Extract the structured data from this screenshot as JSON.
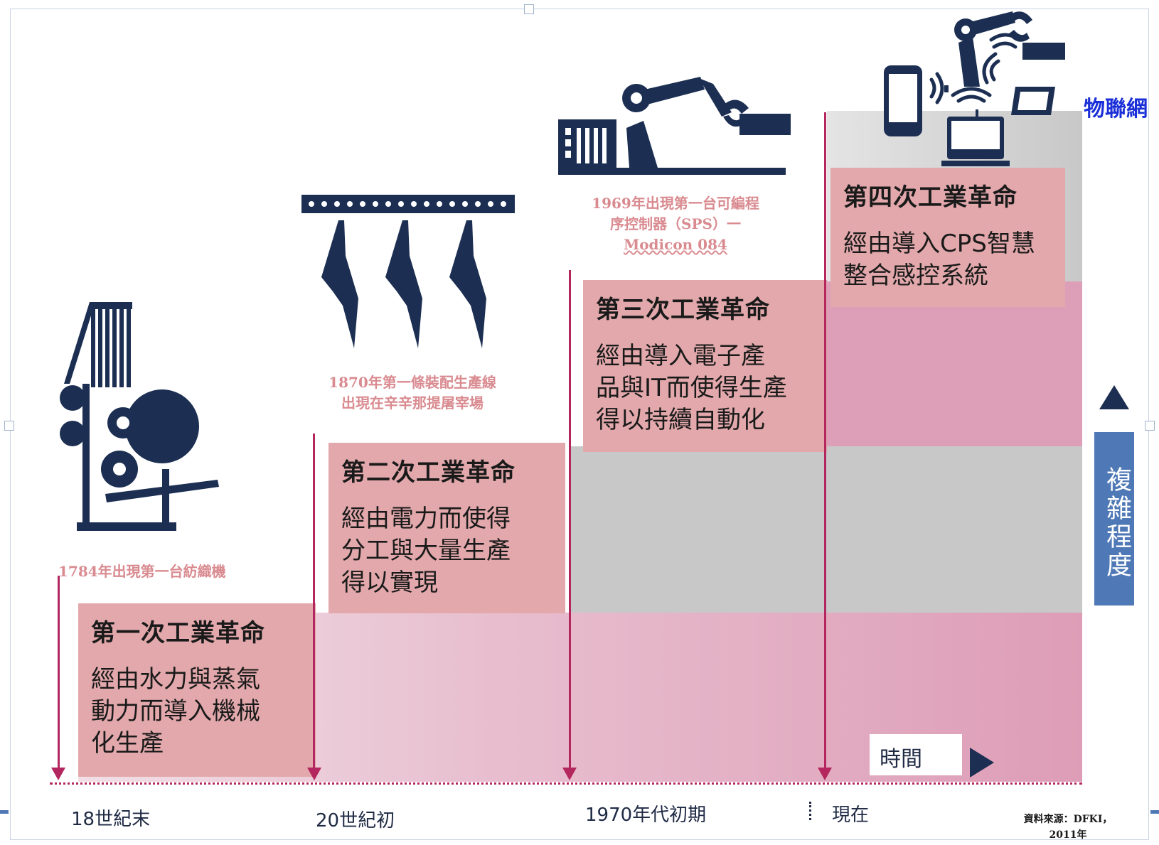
{
  "revolutions": [
    {
      "title": "第一次工業革命",
      "desc_lines": [
        "經由水力與蒸氣",
        "動力而導入機械",
        "化生產"
      ]
    },
    {
      "title": "第二次工業革命",
      "desc_lines": [
        "經由電力而使得",
        "分工與大量生產",
        "得以實現"
      ]
    },
    {
      "title": "第三次工業革命",
      "desc_lines": [
        "經由導入電子產",
        "品與IT而使得生產",
        "得以持續自動化"
      ]
    },
    {
      "title": "第四次工業革命",
      "desc_lines": [
        "經由導入CPS智慧",
        "整合感控系統"
      ]
    }
  ],
  "milestones": [
    {
      "lines": [
        "1784年出現第一台紡織機"
      ]
    },
    {
      "lines": [
        "1870年第一條裝配生產線",
        "出現在辛辛那提屠宰場"
      ]
    },
    {
      "lines": [
        "1969年出現第一台可編程",
        "序控制器（SPS）一",
        "Modicon 084"
      ]
    }
  ],
  "timeline": [
    "18世紀末",
    "20世紀初",
    "1970年代初期",
    "現在"
  ],
  "axes": {
    "x_label": "時間",
    "y_label": "複雜程度"
  },
  "iot_label": "物聯網",
  "source": {
    "line1": "資料來源：DFKI，",
    "line2": "2011年"
  },
  "colors": {
    "dark_navy": "#1c2f52",
    "box_pink": "#e2a8ab",
    "band_pink": "#dd9db6",
    "band_grey": "#c8c8c8",
    "arrow_magenta": "#b3265e",
    "note_pink": "#d98b90",
    "complexity_blue": "#4f78b6",
    "iot_blue": "#1a2fd8"
  },
  "icons": [
    "spinning-machine-icon",
    "assembly-line-icon",
    "robot-arm-icon",
    "iot-devices-icon"
  ]
}
